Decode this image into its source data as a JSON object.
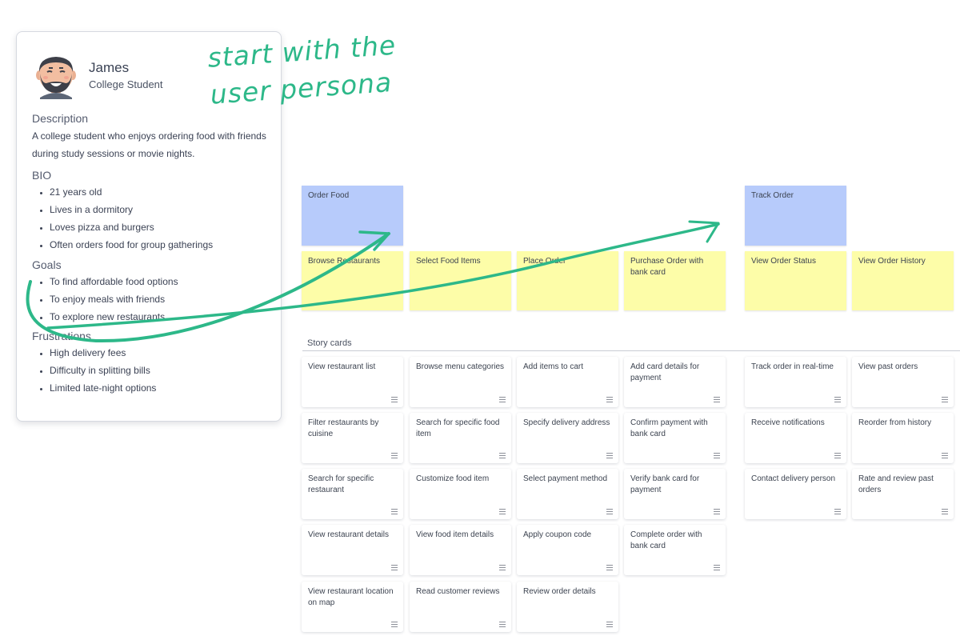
{
  "persona": {
    "name": "James",
    "role": "College Student",
    "description_title": "Description",
    "description": "A college student who enjoys ordering food with friends during study sessions or movie nights.",
    "bio_title": "BIO",
    "bio": [
      "21 years old",
      "Lives in a dormitory",
      "Loves pizza and burgers",
      "Often orders food for group gatherings"
    ],
    "goals_title": "Goals",
    "goals": [
      "To find affordable food options",
      "To enjoy meals with friends",
      "To explore new restaurants"
    ],
    "frustrations_title": "Frustrations",
    "frustrations": [
      "High delivery fees",
      "Difficulty in splitting bills",
      "Limited late-night options"
    ]
  },
  "annotation": {
    "line1": "start with the",
    "line2": "user persona"
  },
  "activities": [
    "Order Food",
    "Track Order"
  ],
  "tasks": [
    "Browse Restaurants",
    "Select Food Items",
    "Place Order",
    "Purchase Order with bank card",
    "View Order Status",
    "View Order History"
  ],
  "story_label": "Story cards",
  "stories": [
    [
      "View restaurant list",
      "Filter restaurants by cuisine",
      "Search for specific restaurant",
      "View restaurant details",
      "View restaurant location on map"
    ],
    [
      "Browse menu categories",
      "Search for specific food item",
      "Customize food item",
      "View food item details",
      "Read customer reviews"
    ],
    [
      "Add items to cart",
      "Specify delivery address",
      "Select payment method",
      "Apply coupon code",
      "Review order details"
    ],
    [
      "Add card details for payment",
      "Confirm payment with bank card",
      "Verify bank card for payment",
      "Complete order with bank card"
    ],
    [
      "Track order in real-time",
      "Receive notifications",
      "Contact delivery person"
    ],
    [
      "View past orders",
      "Reorder from history",
      "Rate and review past orders"
    ]
  ],
  "colors": {
    "activity": "#b7cbfb",
    "task": "#fdfda8",
    "annotation": "#2db889"
  }
}
